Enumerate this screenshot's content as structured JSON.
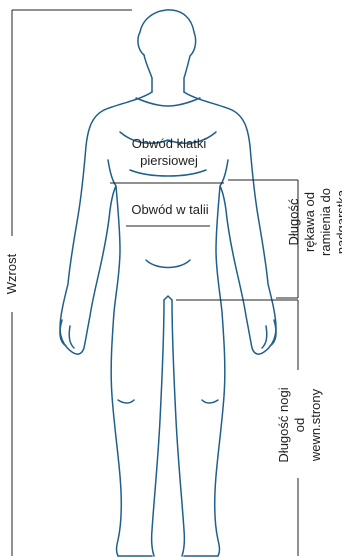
{
  "colors": {
    "outline": "#1f5f8b",
    "line": "#222222",
    "text": "#222222",
    "background": "#ffffff"
  },
  "labels": {
    "height": "Wzrost",
    "chest_line1": "Obwód klatki",
    "chest_line2": "piersiowej",
    "waist": "Obwód w talii",
    "sleeve_line1": "Długość",
    "sleeve_line2": "rękawa od",
    "sleeve_line3": "ramienia do",
    "sleeve_line4": "nadgarstka",
    "leg_line1": "Długość nogi",
    "leg_line2": "od",
    "leg_line3": "wewn.strony"
  }
}
